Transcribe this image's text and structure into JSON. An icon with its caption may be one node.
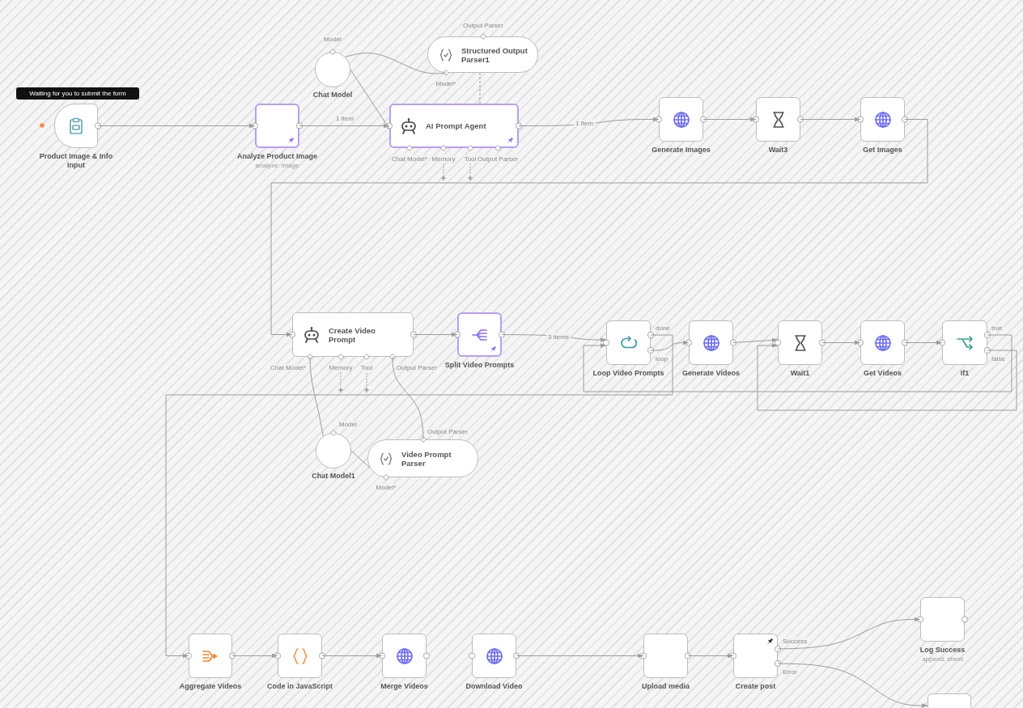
{
  "diagram": {
    "nodes": [
      {
        "text": [
          "Product Image & Info Input"
        ]
      },
      {
        "text": [
          "Analyze Product Image",
          "analyze: image"
        ]
      },
      {
        "text": [
          "Chat Model"
        ],
        "beside": [
          "Model"
        ]
      },
      {
        "text": [
          "Structured Output Parser1"
        ],
        "beside": [
          "Output Parser",
          "Model*"
        ]
      },
      {
        "text": [
          "AI Prompt Agent"
        ],
        "beside": [
          "Chat Model*",
          "Memory",
          "Tool",
          "Output Parser"
        ]
      },
      {
        "text": [
          "Generate Images"
        ]
      },
      {
        "text": [
          "Wait3"
        ]
      },
      {
        "text": [
          "Get Images"
        ]
      },
      {
        "text": [
          "Create Video Prompt"
        ],
        "beside": [
          "Chat Model*",
          "Memory",
          "Tool",
          "Output Parser"
        ]
      },
      {
        "text": [
          "Split Video Prompts"
        ]
      },
      {
        "text": [
          "Loop Video Prompts"
        ],
        "beside": [
          "done",
          "loop"
        ]
      },
      {
        "text": [
          "Generate Videos"
        ]
      },
      {
        "text": [
          "Wait1"
        ]
      },
      {
        "text": [
          "Get Videos"
        ]
      },
      {
        "text": [
          "If1"
        ],
        "beside": [
          "true",
          "false"
        ]
      },
      {
        "text": [
          "Chat Model1"
        ],
        "beside": [
          "Model"
        ]
      },
      {
        "text": [
          "Video Prompt Parser"
        ],
        "beside": [
          "Output Parser",
          "Model*"
        ]
      },
      {
        "text": [
          "Aggregate Videos"
        ]
      },
      {
        "text": [
          "Code in JavaScript"
        ]
      },
      {
        "text": [
          "Merge Videos"
        ]
      },
      {
        "text": [
          "Download Video"
        ]
      },
      {
        "text": [
          "Upload media"
        ]
      },
      {
        "text": [
          "Create post"
        ],
        "beside": [
          "Success",
          "Error"
        ]
      },
      {
        "text": [
          "Log Success",
          "append: sheet"
        ]
      },
      {
        "text": [],
        "shape": "box"
      }
    ],
    "edges": [
      {
        "from": 0,
        "to": 1,
        "arrow": "to"
      },
      {
        "from": 1,
        "to": 4,
        "arrow": "to",
        "label": "1 item"
      },
      {
        "from": 2,
        "to": 4,
        "arrow": "none"
      },
      {
        "from": 2,
        "to": 3,
        "arrow": "none"
      },
      {
        "from": 3,
        "to": 4,
        "arrow": "none",
        "style": "dashed"
      },
      {
        "from": 4,
        "to": 5,
        "arrow": "to",
        "label": "1 item"
      },
      {
        "from": 5,
        "to": 6,
        "arrow": "to"
      },
      {
        "from": 6,
        "to": 7,
        "arrow": "to"
      },
      {
        "from": 7,
        "to": 8,
        "arrow": "to"
      },
      {
        "from": 8,
        "to": 9,
        "arrow": "to"
      },
      {
        "from": 9,
        "to": 10,
        "arrow": "to",
        "label": "3 items"
      },
      {
        "from": 10,
        "to": 11,
        "arrow": "to"
      },
      {
        "from": 10,
        "to": 17,
        "arrow": "to"
      },
      {
        "from": 11,
        "to": 12,
        "arrow": "to"
      },
      {
        "from": 12,
        "to": 13,
        "arrow": "to"
      },
      {
        "from": 13,
        "to": 14,
        "arrow": "to"
      },
      {
        "from": 14,
        "to": 10,
        "arrow": "to"
      },
      {
        "from": 14,
        "to": 12,
        "arrow": "to"
      },
      {
        "from": 15,
        "to": 8,
        "arrow": "none"
      },
      {
        "from": 15,
        "to": 16,
        "arrow": "none"
      },
      {
        "from": 16,
        "to": 8,
        "arrow": "none"
      },
      {
        "from": 17,
        "to": 18,
        "arrow": "to"
      },
      {
        "from": 18,
        "to": 19,
        "arrow": "to"
      },
      {
        "from": 20,
        "to": 21,
        "arrow": "to"
      },
      {
        "from": 21,
        "to": 22,
        "arrow": "to"
      },
      {
        "from": 22,
        "to": 23,
        "arrow": "to"
      },
      {
        "from": 22,
        "to": 24,
        "arrow": "to"
      }
    ],
    "labels": [
      "Waiting for you to submit the form"
    ]
  }
}
